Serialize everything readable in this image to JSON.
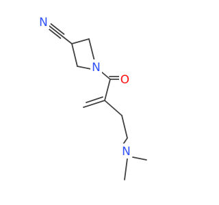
{
  "molecule": {
    "atoms": {
      "nitrile_n": "N",
      "ring_n": "N",
      "carbonyl_o": "O",
      "amine_n": "N"
    },
    "colors": {
      "bond": "#404040",
      "carbon": "#404040",
      "nitrogen": "#3050F8",
      "oxygen": "#FF0D0D"
    }
  }
}
